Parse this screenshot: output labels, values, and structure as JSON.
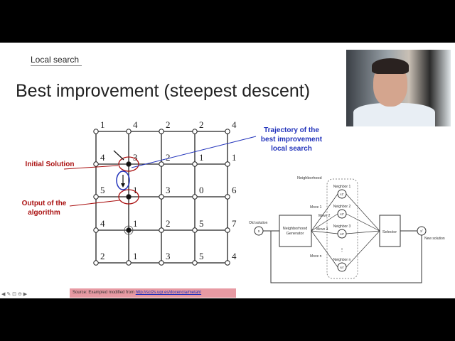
{
  "section": "Local search",
  "title": "Best improvement (steepest descent)",
  "grid": {
    "values": [
      [
        1,
        4,
        2,
        2,
        4
      ],
      [
        4,
        3,
        2,
        1,
        1
      ],
      [
        5,
        1,
        3,
        0,
        6
      ],
      [
        4,
        1,
        2,
        5,
        7
      ],
      [
        2,
        1,
        3,
        5,
        4
      ]
    ]
  },
  "annotations": {
    "initial": "Initial Solution",
    "output": "Output of the algorithm",
    "trajectory": "Trajectory of the best improvement local search"
  },
  "diagram": {
    "neighborhood": "Neighborhood",
    "old_solution": "Old solution",
    "s": "s",
    "generator_line1": "Neighborhood",
    "generator_line2": "Generator",
    "selector": "Selector",
    "s_prime": "s'",
    "new_solution": "New solution",
    "neighbors": [
      "Neighbor 1",
      "Neighbor 2",
      "Neighbor 3",
      "Neighbor n"
    ],
    "neighbor_nodes": [
      "s1'",
      "s2'",
      "s3'",
      "sn'"
    ],
    "moves": [
      "Move 1",
      "Move 2",
      "Move 3",
      "Move n"
    ],
    "dots": "⋮"
  },
  "source": {
    "prefix": "Source: Exampled modified from ",
    "link": "http://sci2s.ugr.es/docencia/metah/"
  },
  "nav": "◀ ✎ ⊡ ⊖ ▶",
  "colors": {
    "red": "#aa1111",
    "blue": "#2233bb",
    "source_bg": "#e79aa3"
  }
}
